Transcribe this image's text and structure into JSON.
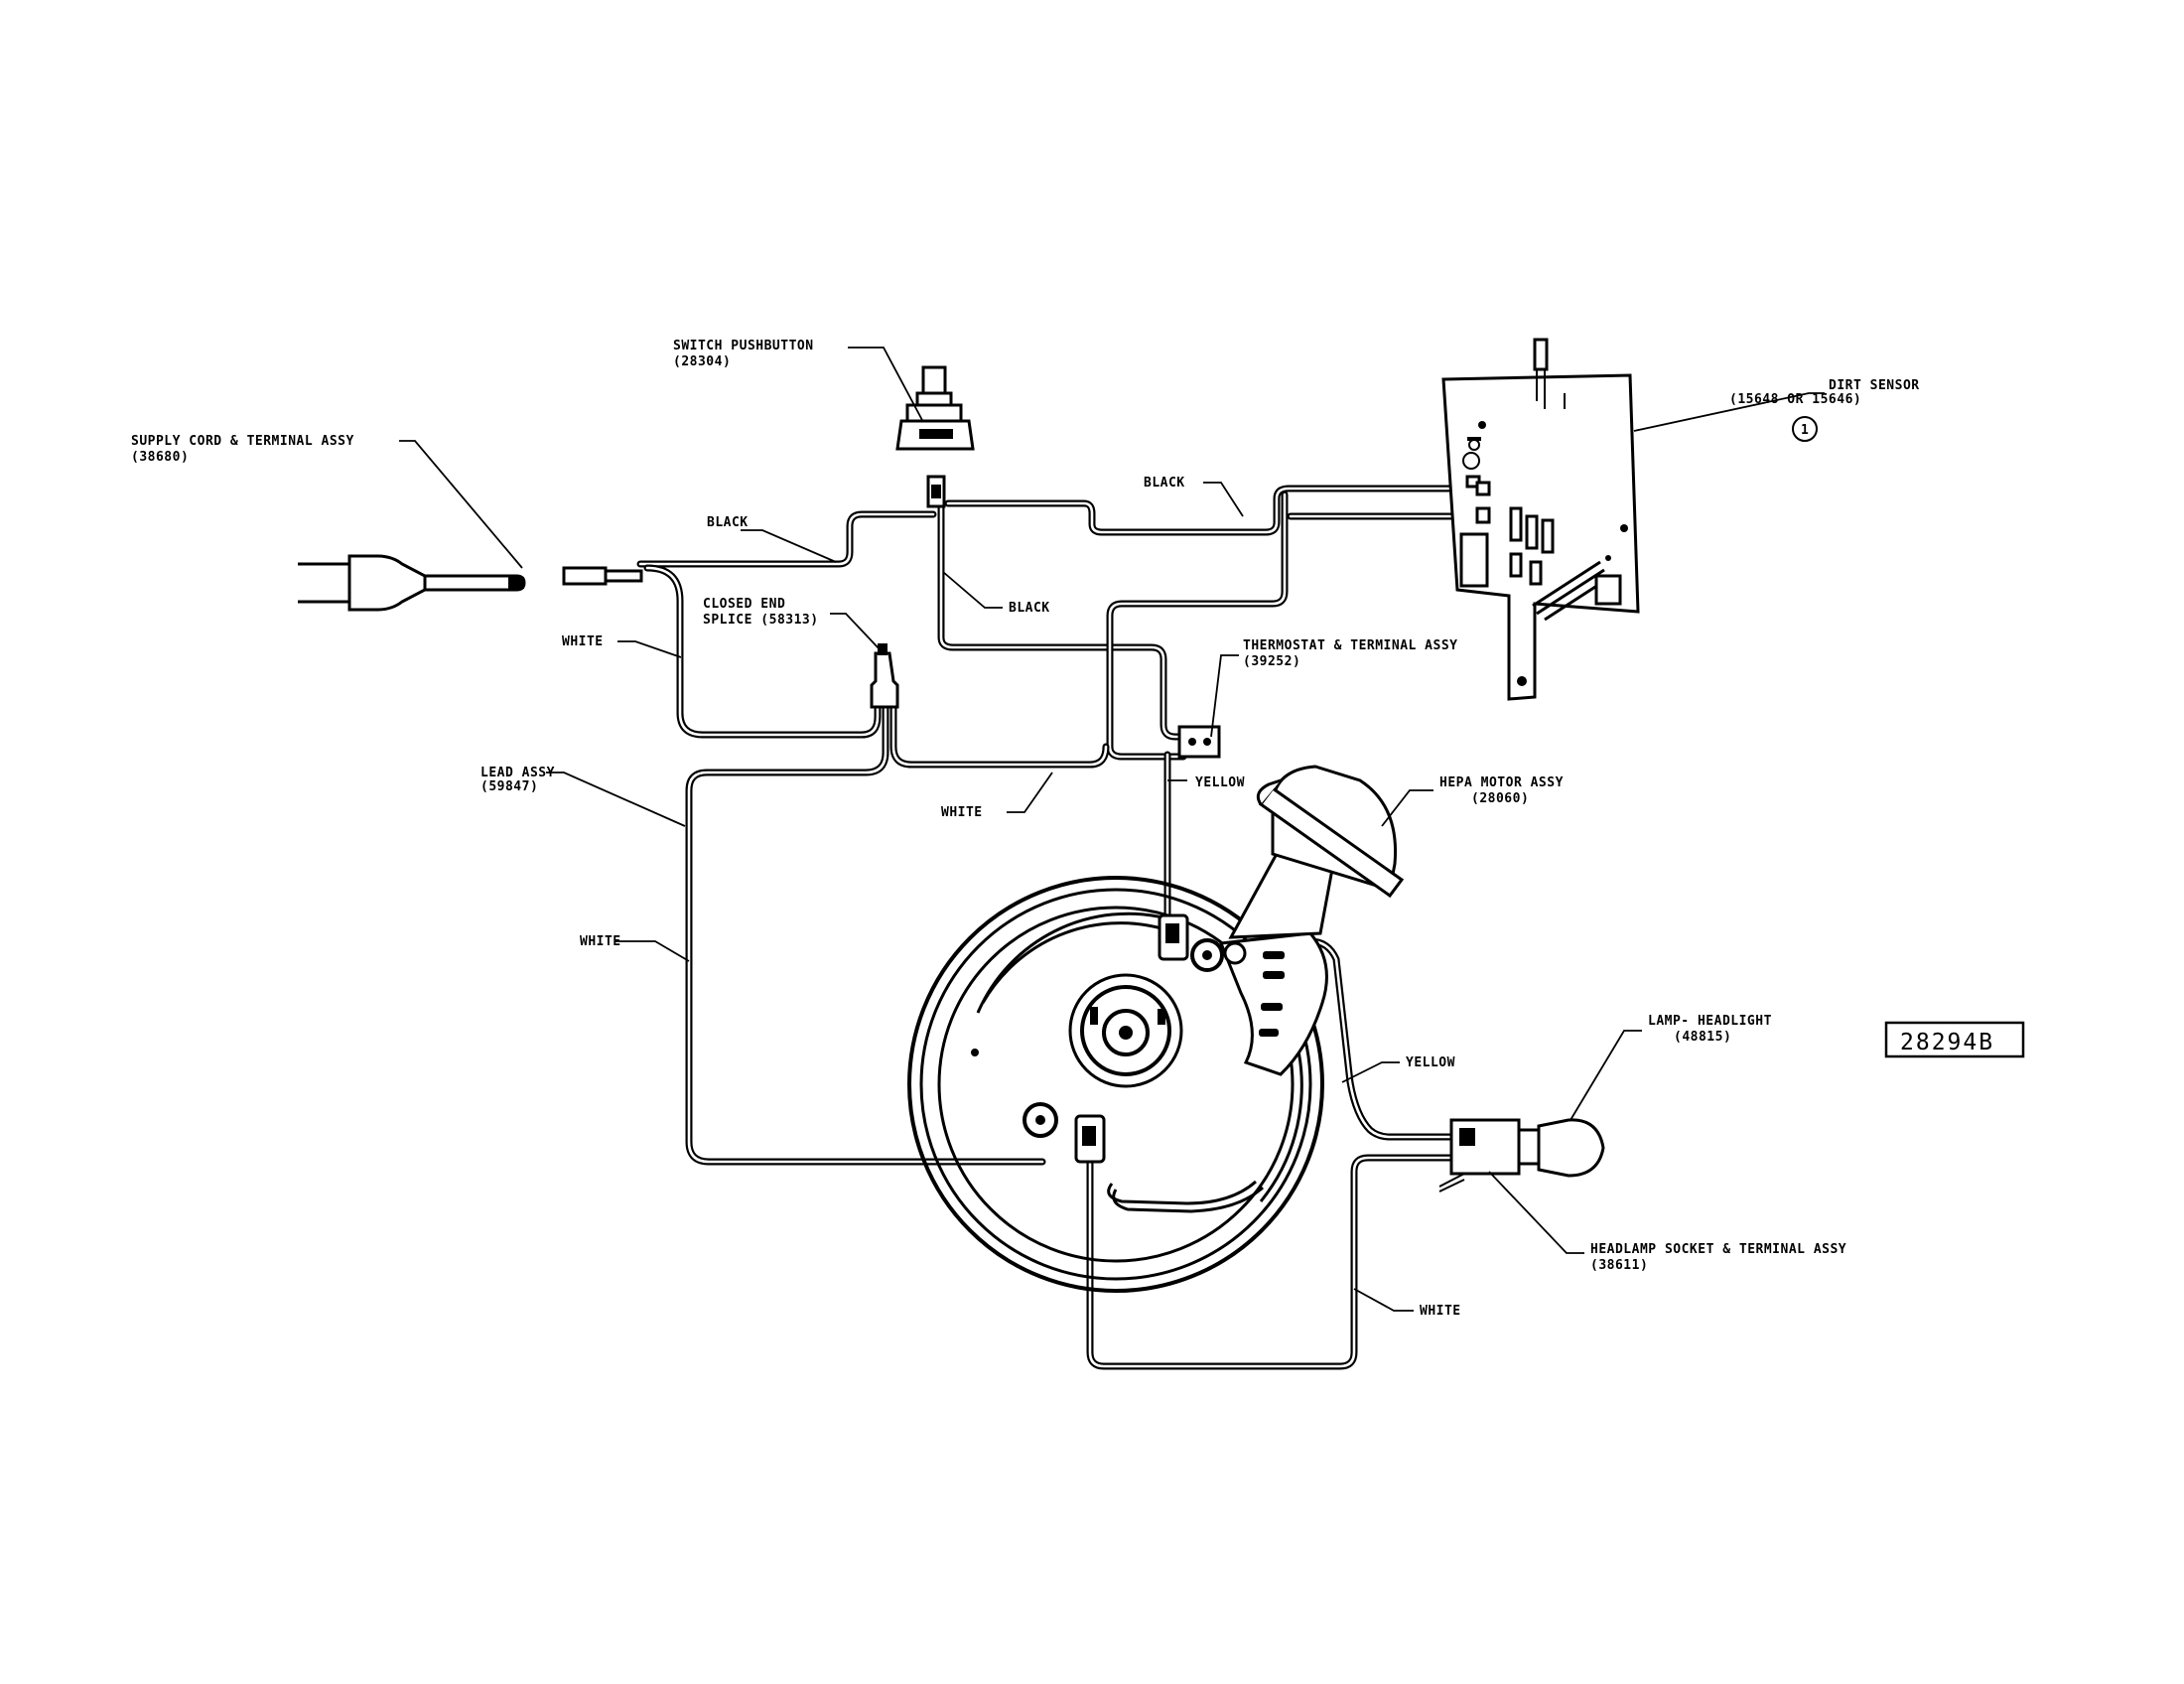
{
  "diagram": {
    "part_number": "28294B",
    "callouts": {
      "switch": [
        "SWITCH PUSHBUTTON",
        "(28304)"
      ],
      "supply_cord": [
        "SUPPLY CORD & TERMINAL ASSY",
        "(38680)"
      ],
      "dirt_sensor": [
        "DIRT SENSOR",
        "(15648 OR 15646)"
      ],
      "closed_end_splice": [
        "CLOSED END",
        "SPLICE (58313)"
      ],
      "thermostat": [
        "THERMOSTAT & TERMINAL ASSY",
        "(39252)"
      ],
      "lead_assy": [
        "LEAD ASSY",
        "(59847)"
      ],
      "hepa_motor": [
        "HEPA MOTOR ASSY",
        "(28060)"
      ],
      "lamp": [
        "LAMP- HEADLIGHT",
        "(48815)"
      ],
      "headlamp_socket": [
        "HEADLAMP SOCKET & TERMINAL ASSY",
        "(38611)"
      ]
    },
    "wire_labels": {
      "black_cord": "BLACK",
      "black_sensor": "BLACK",
      "black_switch": "BLACK",
      "white_cord": "WHITE",
      "white_splice": "WHITE",
      "white_lead": "WHITE",
      "yellow_thermostat": "YELLOW",
      "yellow_lamp": "YELLOW",
      "white_lamp": "WHITE"
    },
    "note_mark": "1"
  }
}
